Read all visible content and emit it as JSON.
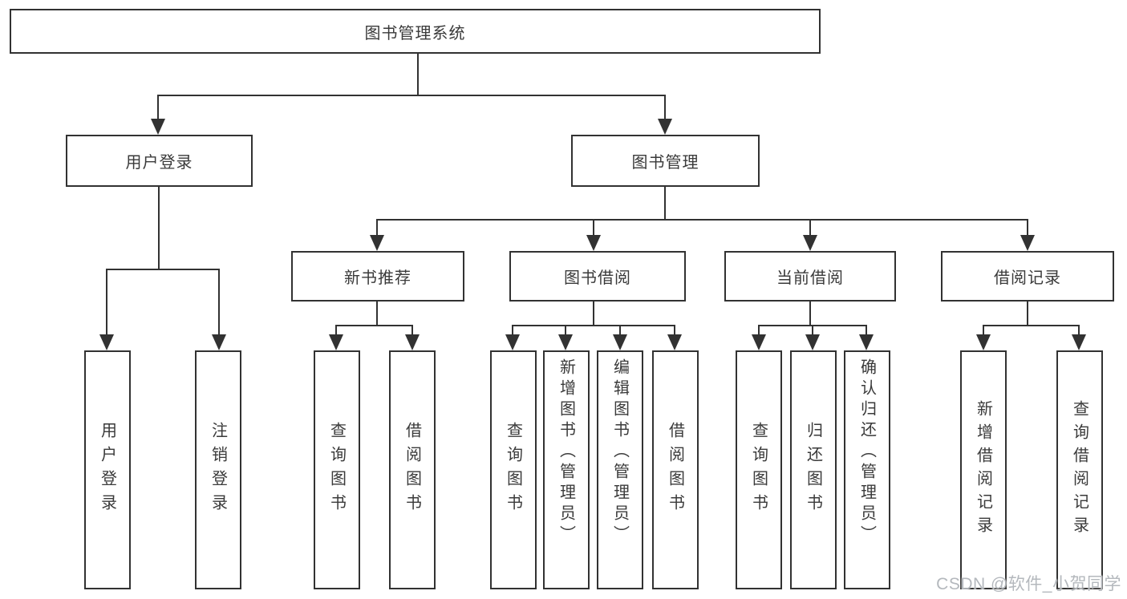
{
  "tree": {
    "root": "图书管理系统",
    "children": [
      {
        "label": "用户登录",
        "children": [
          "用户登录",
          "注销登录"
        ]
      },
      {
        "label": "图书管理",
        "children": [
          {
            "label": "新书推荐",
            "children": [
              "查询图书",
              "借阅图书"
            ]
          },
          {
            "label": "图书借阅",
            "children": [
              "查询图书",
              "新增图书（管理员）",
              "编辑图书（管理员）",
              "借阅图书"
            ]
          },
          {
            "label": "当前借阅",
            "children": [
              "查询图书",
              "归还图书",
              "确认归还（管理员）"
            ]
          },
          {
            "label": "借阅记录",
            "children": [
              "新增借阅记录",
              "查询借阅记录"
            ]
          }
        ]
      }
    ]
  },
  "watermark": {
    "text": "CSDN @软件_小贺同学"
  },
  "colors": {
    "line": "#323232",
    "box_border": "#323232",
    "text": "#3a3a3a",
    "background": "#ffffff",
    "watermark": "#b4b8bd"
  }
}
